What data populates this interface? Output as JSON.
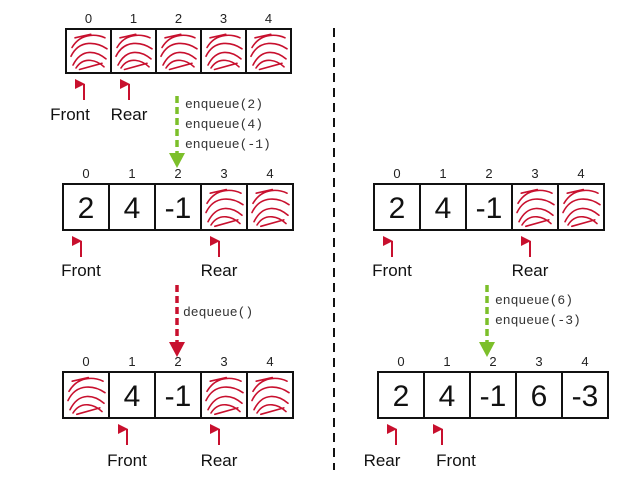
{
  "colors": {
    "pointer": "#c8102e",
    "scribble": "#c8102e",
    "enqueue_arrow": "#7cbf2a",
    "dequeue_arrow": "#c8102e",
    "divider": "#111111"
  },
  "arrays": [
    {
      "id": "left-initial",
      "indices": [
        "0",
        "1",
        "2",
        "3",
        "4"
      ],
      "cells": [
        "",
        "",
        "",
        "",
        ""
      ],
      "empty": [
        true,
        true,
        true,
        true,
        true
      ],
      "pointers": [
        {
          "label": "Front",
          "cell": 0
        },
        {
          "label": "Rear",
          "cell": 1
        }
      ]
    },
    {
      "id": "left-middle",
      "indices": [
        "0",
        "1",
        "2",
        "3",
        "4"
      ],
      "cells": [
        "2",
        "4",
        "-1",
        "",
        ""
      ],
      "empty": [
        false,
        false,
        false,
        true,
        true
      ],
      "pointers": [
        {
          "label": "Front",
          "cell": 0
        },
        {
          "label": "Rear",
          "cell": 3
        }
      ]
    },
    {
      "id": "left-bottom",
      "indices": [
        "0",
        "1",
        "2",
        "3",
        "4"
      ],
      "cells": [
        "",
        "4",
        "-1",
        "",
        ""
      ],
      "empty": [
        true,
        false,
        false,
        true,
        true
      ],
      "pointers": [
        {
          "label": "Front",
          "cell": 1
        },
        {
          "label": "Rear",
          "cell": 3
        }
      ]
    },
    {
      "id": "right-middle",
      "indices": [
        "0",
        "1",
        "2",
        "3",
        "4"
      ],
      "cells": [
        "2",
        "4",
        "-1",
        "",
        ""
      ],
      "empty": [
        false,
        false,
        false,
        true,
        true
      ],
      "pointers": [
        {
          "label": "Front",
          "cell": 0
        },
        {
          "label": "Rear",
          "cell": 3
        }
      ]
    },
    {
      "id": "right-bottom",
      "indices": [
        "0",
        "1",
        "2",
        "3",
        "4"
      ],
      "cells": [
        "2",
        "4",
        "-1",
        "6",
        "-3"
      ],
      "empty": [
        false,
        false,
        false,
        false,
        false
      ],
      "pointers": [
        {
          "label": "Rear",
          "cell": 0
        },
        {
          "label": "Front",
          "cell": 1
        }
      ]
    }
  ],
  "operations": [
    {
      "id": "op-enqueue-left",
      "kind": "enqueue",
      "lines": [
        "enqueue(2)",
        "enqueue(4)",
        "enqueue(-1)"
      ]
    },
    {
      "id": "op-dequeue-left",
      "kind": "dequeue",
      "lines": [
        "dequeue()"
      ]
    },
    {
      "id": "op-enqueue-right",
      "kind": "enqueue",
      "lines": [
        "enqueue(6)",
        "enqueue(-3)"
      ]
    }
  ]
}
